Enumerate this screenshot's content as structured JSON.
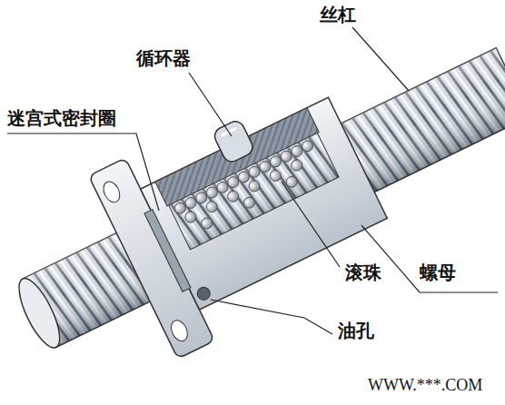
{
  "diagram": {
    "labels": [
      "丝杠",
      "循环器",
      "迷宫式密封圈",
      "滚珠",
      "螺母",
      "油孔",
      "WWW.***.COM"
    ]
  }
}
